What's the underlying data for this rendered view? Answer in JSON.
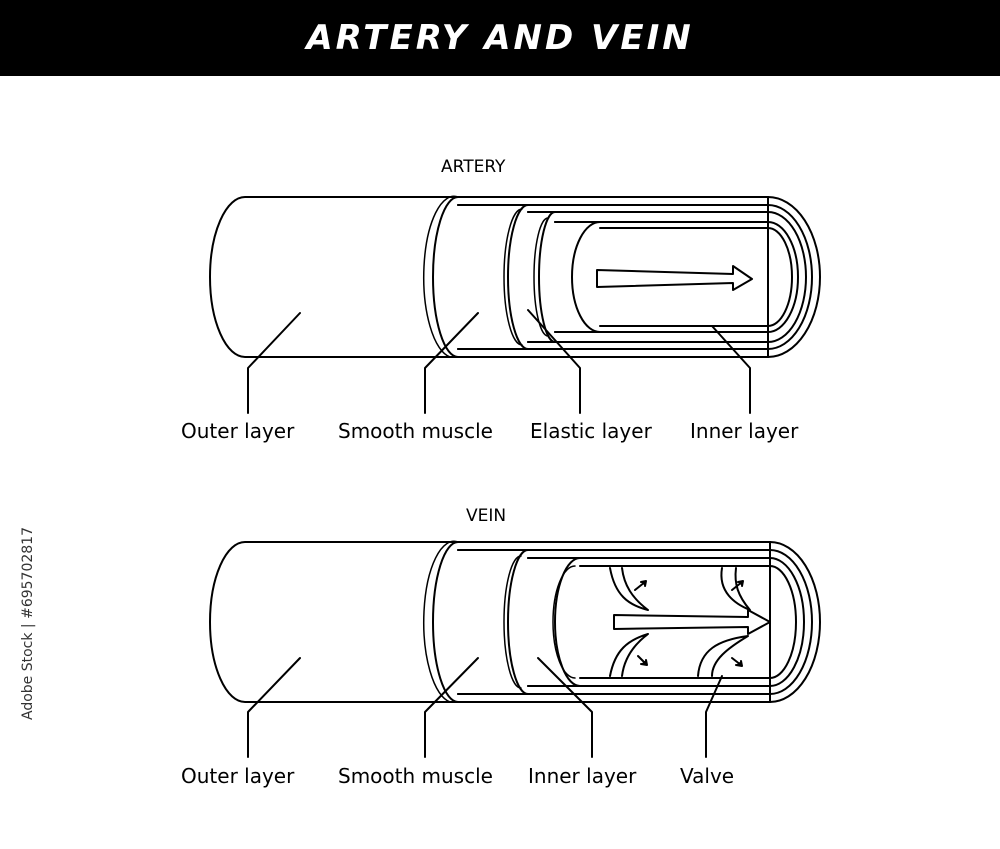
{
  "title": "ARTERY AND VEIN",
  "artery": {
    "title": "ARTERY",
    "labels": [
      "Outer layer",
      "Smooth muscle",
      "Elastic layer",
      "Inner layer"
    ]
  },
  "vein": {
    "title": "VEIN",
    "labels": [
      "Outer layer",
      "Smooth muscle",
      "Inner layer",
      "Valve"
    ]
  },
  "stock_id": "Adobe Stock | #695702817",
  "colors": {
    "ink": "#000000",
    "background": "#ffffff",
    "banner": "#000000",
    "banner_text": "#ffffff"
  }
}
